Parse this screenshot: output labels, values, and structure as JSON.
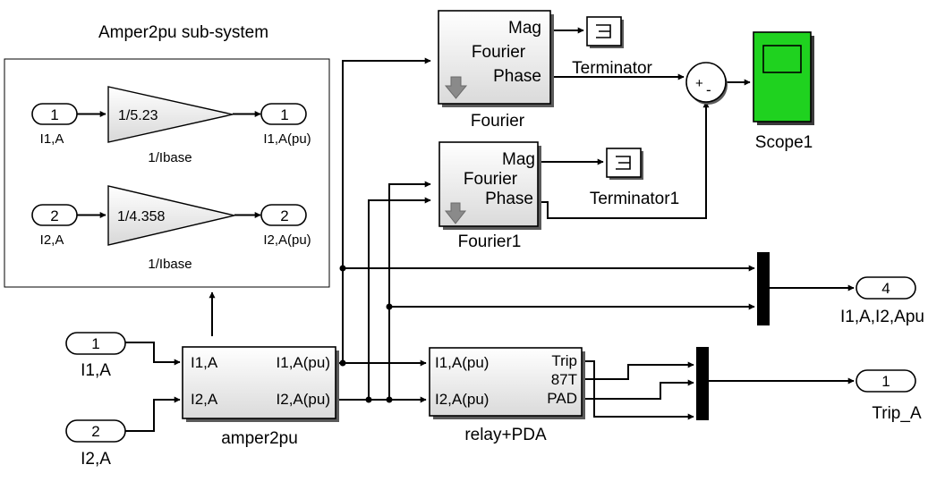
{
  "subsystem": {
    "title": "Amper2pu sub-system",
    "rows": [
      {
        "in_num": "1",
        "in_label": "I1,A",
        "gain": "1/5.23",
        "gain_name": "1/Ibase",
        "out_num": "1",
        "out_label": "I1,A(pu)"
      },
      {
        "in_num": "2",
        "in_label": "I2,A",
        "gain": "1/4.358",
        "gain_name": "1/Ibase",
        "out_num": "2",
        "out_label": "I2,A(pu)"
      }
    ]
  },
  "inports": [
    {
      "num": "1",
      "label": "I1,A"
    },
    {
      "num": "2",
      "label": "I2,A"
    }
  ],
  "amper2pu": {
    "name": "amper2pu",
    "in1": "I1,A",
    "in2": "I2,A",
    "out1": "I1,A(pu)",
    "out2": "I2,A(pu)"
  },
  "fourier": {
    "name": "Fourier",
    "mag": "Mag",
    "title": "Fourier",
    "phase": "Phase"
  },
  "fourier1": {
    "name": "Fourier1",
    "mag": "Mag",
    "title": "Fourier",
    "phase": "Phase"
  },
  "terminator": {
    "name": "Terminator"
  },
  "terminator1": {
    "name": "Terminator1"
  },
  "sum": {
    "plus": "+",
    "minus": "-"
  },
  "scope": {
    "name": "Scope1",
    "color": "#1fd21f"
  },
  "relay": {
    "name": "relay+PDA",
    "in1": "I1,A(pu)",
    "in2": "I2,A(pu)",
    "out1": "Trip",
    "out2": "87T",
    "out3": "PAD"
  },
  "outports": [
    {
      "num": "4",
      "label": "I1,A,I2,Apu"
    },
    {
      "num": "1",
      "label": "Trip_A"
    }
  ]
}
